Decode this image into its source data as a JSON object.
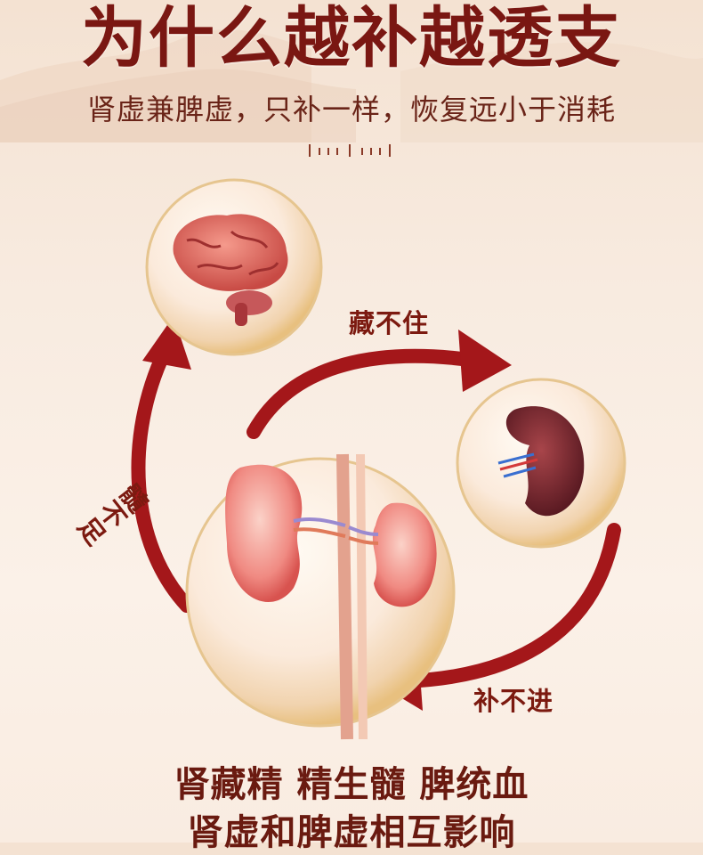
{
  "header": {
    "title": "为什么越补越透支",
    "subtitle": "肾虚兼脾虚，只补一样，恢复远小于消耗"
  },
  "diagram": {
    "label_top": "藏不住",
    "label_left": "髓不足",
    "label_bottom": "补不进"
  },
  "footer": {
    "line1": "肾藏精 精生髓 脾统血",
    "line2": "肾虚和脾虚相互影响"
  },
  "colors": {
    "accent": "#7a1712",
    "arrow": "#a4171a",
    "background": "#f8ebe0"
  },
  "icons": [
    "brain-icon",
    "spleen-icon",
    "kidneys-icon",
    "cycle-arrow-icon"
  ]
}
